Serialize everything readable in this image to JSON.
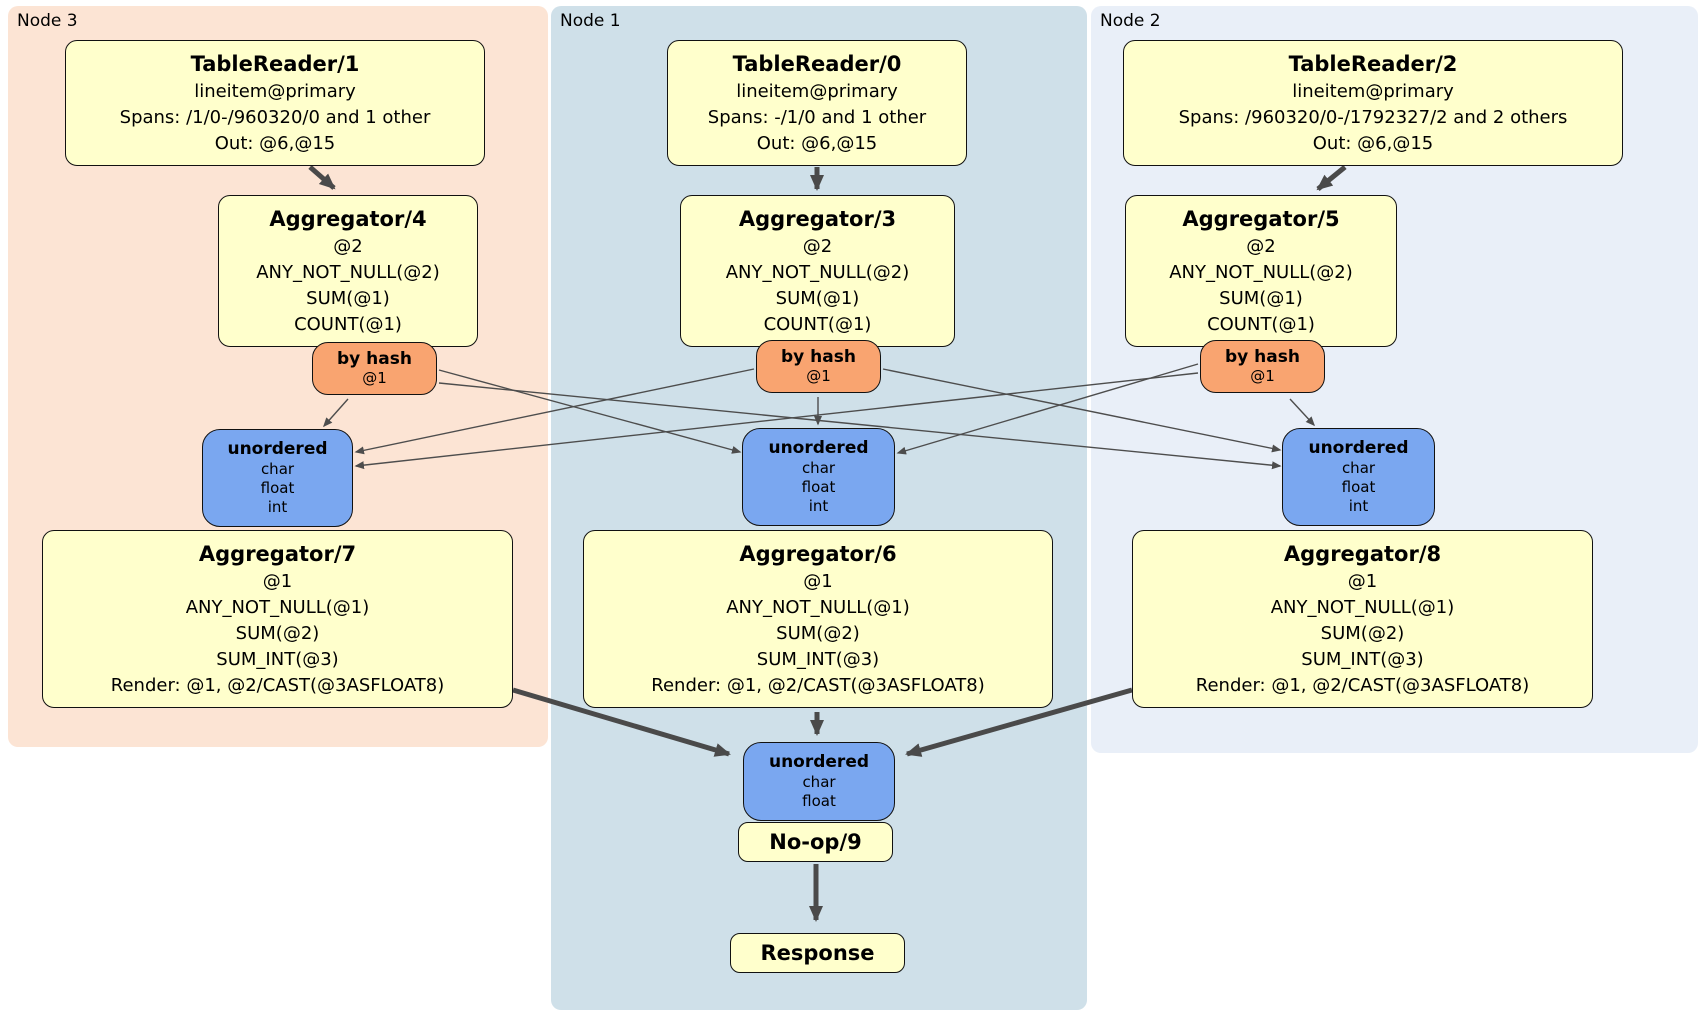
{
  "diagram": {
    "nodes": [
      {
        "label": "Node 3",
        "tablereader": {
          "title": "TableReader/1",
          "lines": [
            "lineitem@primary",
            "Spans: /1/0-/960320/0 and 1 other",
            "Out: @6,@15"
          ]
        },
        "aggregator_top": {
          "title": "Aggregator/4",
          "lines": [
            "@2",
            "ANY_NOT_NULL(@2)",
            "SUM(@1)",
            "COUNT(@1)"
          ]
        },
        "router": {
          "title": "by hash",
          "lines": [
            "@1"
          ]
        },
        "sync": {
          "title": "unordered",
          "lines": [
            "char",
            "float",
            "int"
          ]
        },
        "aggregator_bottom": {
          "title": "Aggregator/7",
          "lines": [
            "@1",
            "ANY_NOT_NULL(@1)",
            "SUM(@2)",
            "SUM_INT(@3)",
            "Render: @1, @2/CAST(@3ASFLOAT8)"
          ]
        }
      },
      {
        "label": "Node 1",
        "tablereader": {
          "title": "TableReader/0",
          "lines": [
            "lineitem@primary",
            "Spans: -/1/0 and 1 other",
            "Out: @6,@15"
          ]
        },
        "aggregator_top": {
          "title": "Aggregator/3",
          "lines": [
            "@2",
            "ANY_NOT_NULL(@2)",
            "SUM(@1)",
            "COUNT(@1)"
          ]
        },
        "router": {
          "title": "by hash",
          "lines": [
            "@1"
          ]
        },
        "sync": {
          "title": "unordered",
          "lines": [
            "char",
            "float",
            "int"
          ]
        },
        "aggregator_bottom": {
          "title": "Aggregator/6",
          "lines": [
            "@1",
            "ANY_NOT_NULL(@1)",
            "SUM(@2)",
            "SUM_INT(@3)",
            "Render: @1, @2/CAST(@3ASFLOAT8)"
          ]
        }
      },
      {
        "label": "Node 2",
        "tablereader": {
          "title": "TableReader/2",
          "lines": [
            "lineitem@primary",
            "Spans: /960320/0-/1792327/2 and 2 others",
            "Out: @6,@15"
          ]
        },
        "aggregator_top": {
          "title": "Aggregator/5",
          "lines": [
            "@2",
            "ANY_NOT_NULL(@2)",
            "SUM(@1)",
            "COUNT(@1)"
          ]
        },
        "router": {
          "title": "by hash",
          "lines": [
            "@1"
          ]
        },
        "sync": {
          "title": "unordered",
          "lines": [
            "char",
            "float",
            "int"
          ]
        },
        "aggregator_bottom": {
          "title": "Aggregator/8",
          "lines": [
            "@1",
            "ANY_NOT_NULL(@1)",
            "SUM(@2)",
            "SUM_INT(@3)",
            "Render: @1, @2/CAST(@3ASFLOAT8)"
          ]
        }
      }
    ],
    "final": {
      "sync": {
        "title": "unordered",
        "lines": [
          "char",
          "float"
        ]
      },
      "noop": {
        "title": "No-op/9"
      },
      "response": {
        "title": "Response"
      }
    },
    "colors": {
      "node3_bg": "#fce4d4",
      "node1_bg": "#cfe0e9",
      "node2_bg": "#e9eff8",
      "box_yellow": "#ffffcc",
      "router_orange": "#f9a470",
      "sync_blue": "#7aa7f0",
      "edge_thin": "#4d4d4d",
      "edge_thick": "#4a4a4a"
    }
  }
}
